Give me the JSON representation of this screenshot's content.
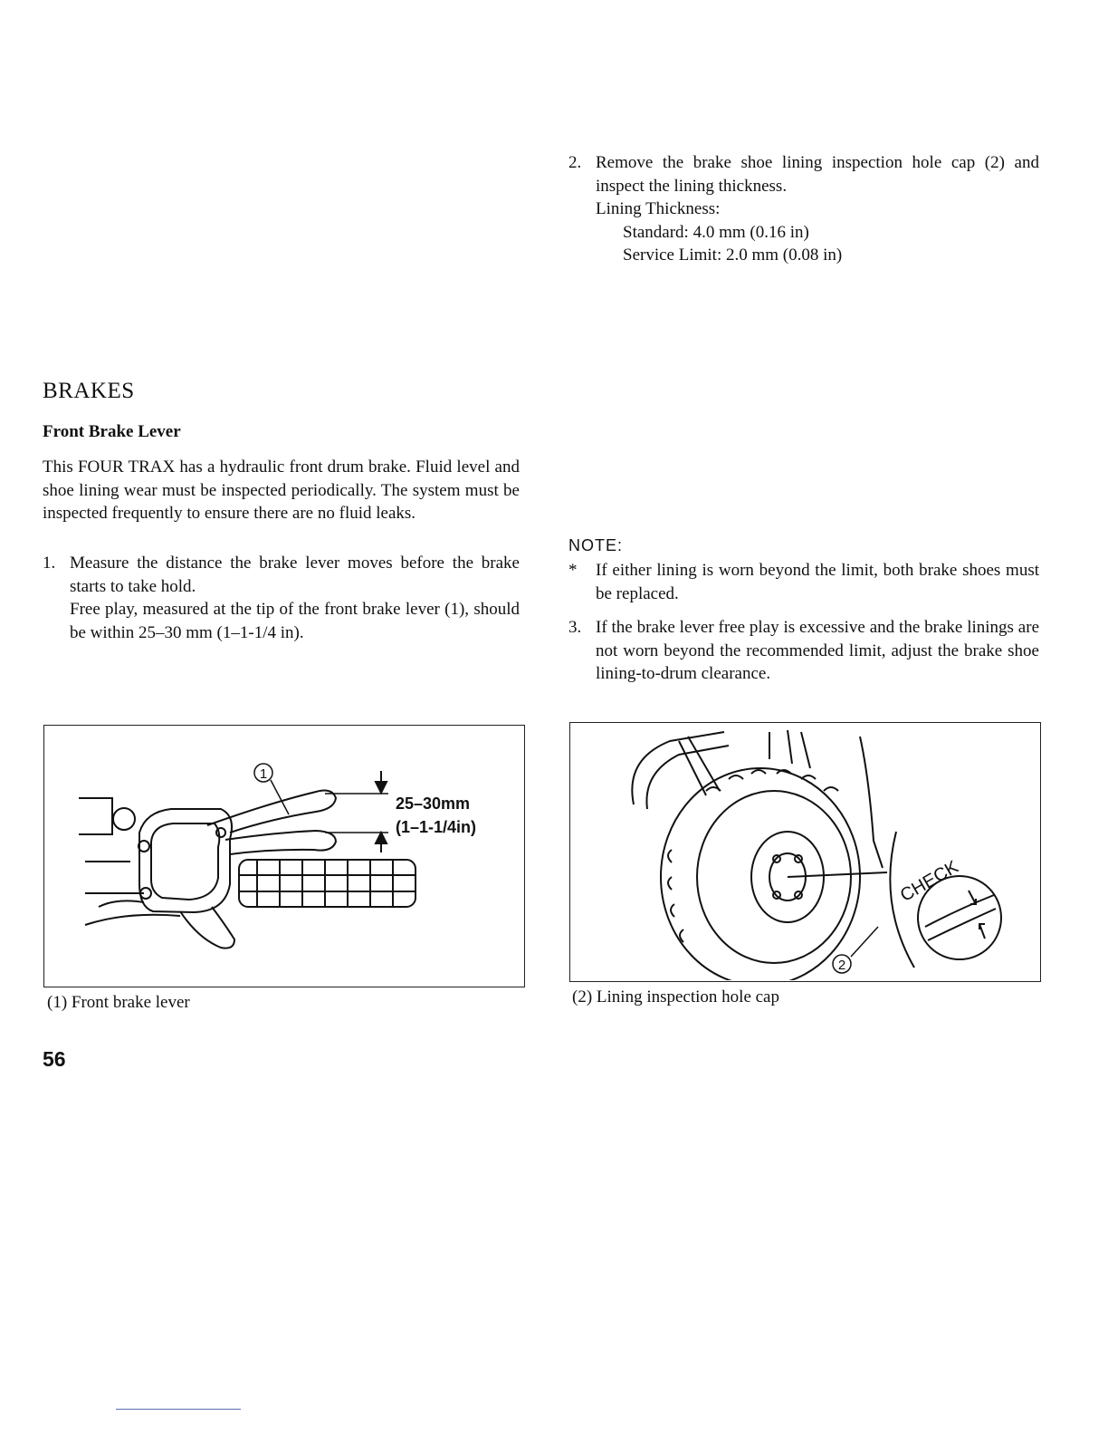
{
  "section_title": "BRAKES",
  "subheading": "Front Brake Lever",
  "intro_paragraph": "This FOUR TRAX has a hydraulic front drum brake. Fluid level and shoe lining wear must be inspected periodically. The system must be inspected frequently to ensure there are no fluid leaks.",
  "steps": [
    {
      "number": "1.",
      "text": "Measure the distance the brake lever moves before the brake starts to take hold.",
      "detail": "Free play, measured at the tip of the front brake lever (1), should be within 25–30 mm (1–1-1/4 in)."
    },
    {
      "number": "2.",
      "text": "Remove the brake shoe lining inspection hole cap (2) and inspect the lining thickness."
    },
    {
      "number": "3.",
      "text": "If the brake lever free play is excessive and the brake linings are not worn beyond the recommended limit, adjust the brake shoe lining-to-drum clearance."
    }
  ],
  "lining": {
    "heading": "Lining Thickness:",
    "standard": "Standard:  4.0 mm (0.16 in)",
    "service_limit": "Service Limit:  2.0 mm (0.08 in)"
  },
  "note": {
    "heading": "NOTE:",
    "bullet": "*",
    "text": "If either lining is worn beyond the limit, both brake shoes must be replaced."
  },
  "figure_left": {
    "callout": "1",
    "dimension_line1": "25–30mm",
    "dimension_line2": "(1–1-1/4in)",
    "caption": "(1)  Front brake lever"
  },
  "figure_right": {
    "callout": "2",
    "check_label": "CHECK",
    "caption": "(2)  Lining inspection hole cap"
  },
  "page_number": "56"
}
